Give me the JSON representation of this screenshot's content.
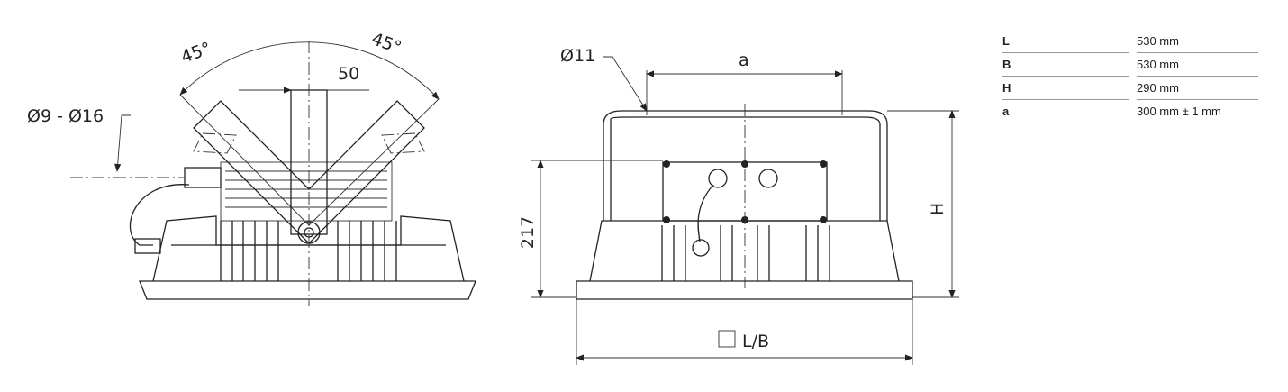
{
  "drawing": {
    "side_view": {
      "angle_left": "45°",
      "angle_right": "45°",
      "offset": "50",
      "cable_diameter": "Ø9 - Ø16"
    },
    "front_view": {
      "hole_diameter": "Ø11",
      "spacing_label": "a",
      "height_217": "217",
      "height_label": "H",
      "footprint_label": "L/B"
    }
  },
  "specs": [
    {
      "key": "L",
      "value": "530 mm"
    },
    {
      "key": "B",
      "value": "530 mm"
    },
    {
      "key": "H",
      "value": "290 mm"
    },
    {
      "key": "a",
      "value": "300 mm ± 1 mm"
    }
  ]
}
